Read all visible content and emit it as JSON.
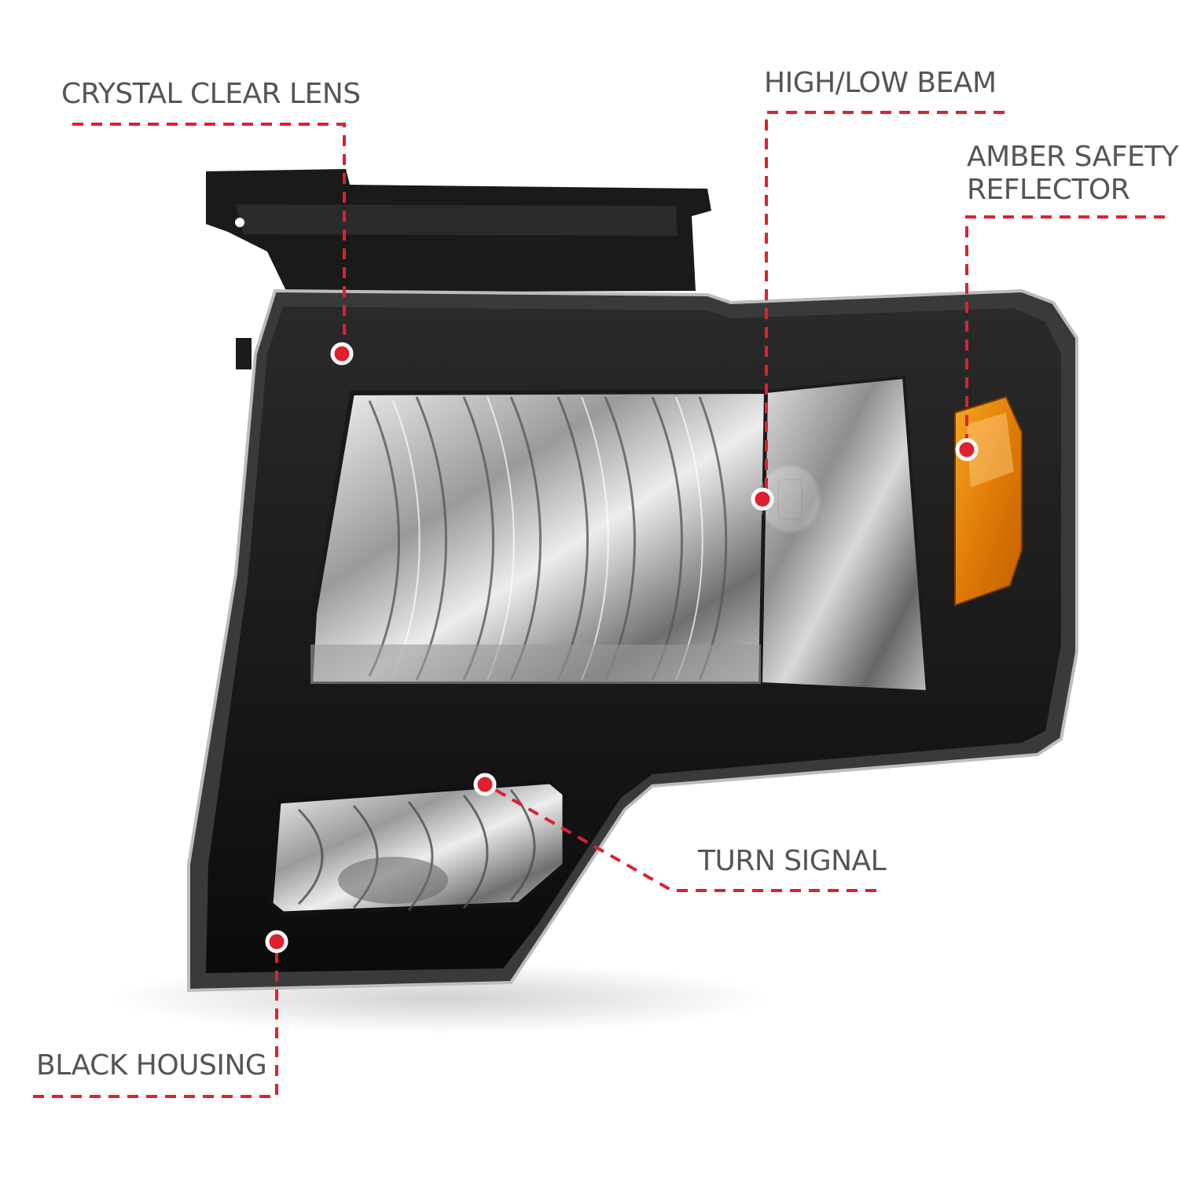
{
  "colors": {
    "callout_line": "#e0202e",
    "label_text": "#555555",
    "housing": "#111111",
    "chrome": "#d8d8d8",
    "amber": "#e8860d"
  },
  "callouts": {
    "crystal_clear_lens": "CRYSTAL CLEAR LENS",
    "high_low_beam": "HIGH/LOW BEAM",
    "amber_safety_reflector_line1": "AMBER SAFETY",
    "amber_safety_reflector_line2": "REFLECTOR",
    "turn_signal": "TURN SIGNAL",
    "black_housing": "BLACK HOUSING"
  }
}
